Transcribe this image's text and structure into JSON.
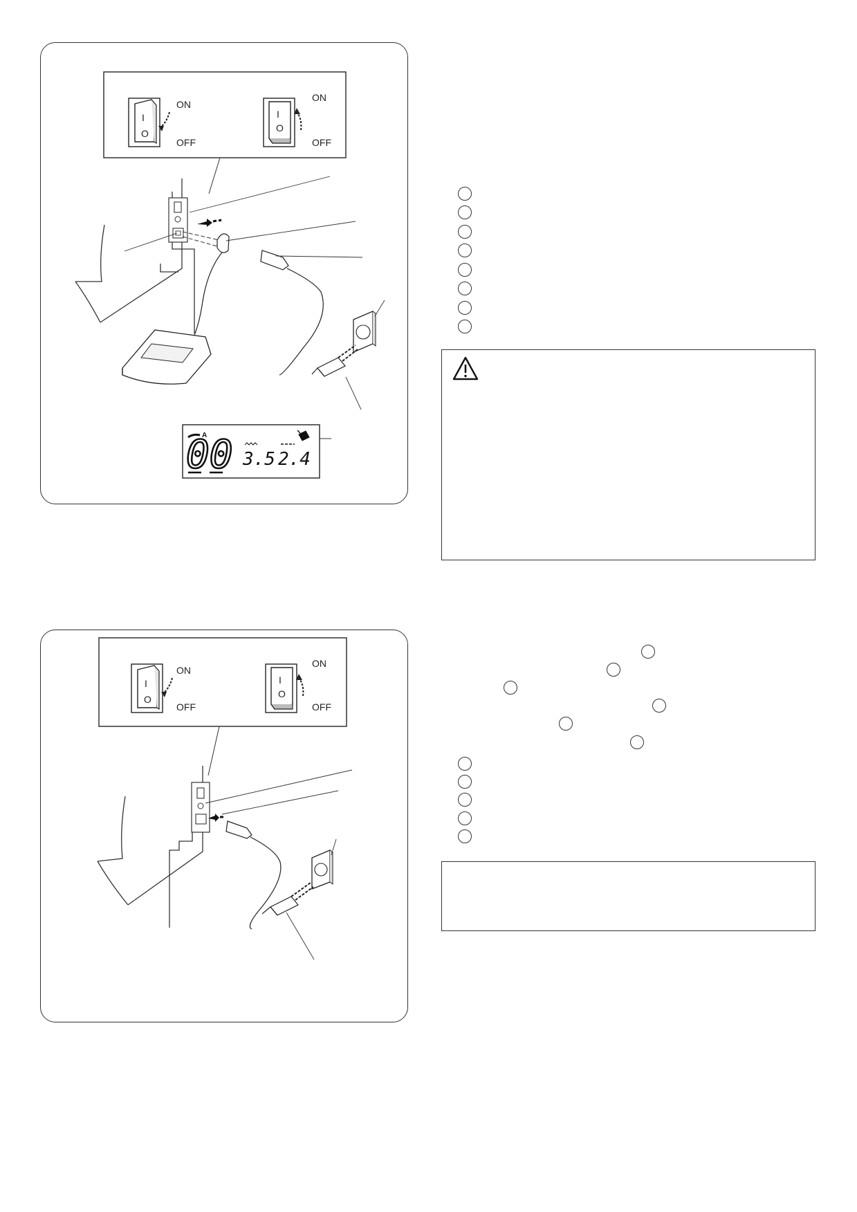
{
  "figure_top": {
    "switch_labels": {
      "on": "ON",
      "off": "OFF"
    },
    "switch_glyphs": {
      "one": "I",
      "zero": "O"
    },
    "lcd": {
      "pattern_number": "00",
      "indicator_letter": "A",
      "stitch_width": "3.5",
      "stitch_length": "2.4",
      "foot_control_icon": "foot-control-icon"
    }
  },
  "figure_bottom": {
    "switch_labels": {
      "on": "ON",
      "off": "OFF"
    },
    "switch_glyphs": {
      "one": "I",
      "zero": "O"
    }
  },
  "text_column": {
    "part_markers_top_count": 8,
    "part_markers_bottom_count": 5,
    "inline_markers_count": 6
  },
  "warning_box": {
    "icon": "warning-triangle-icon"
  },
  "note_box": {}
}
